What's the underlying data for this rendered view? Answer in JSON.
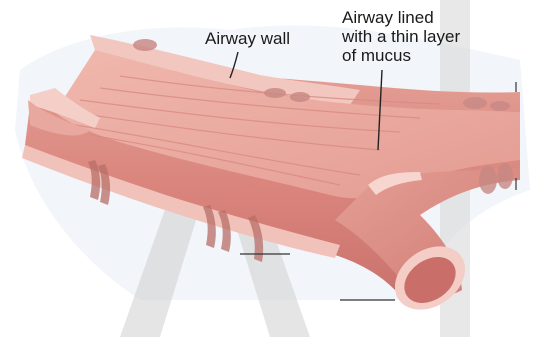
{
  "labels": {
    "airway_wall": "Airway wall",
    "airway_mucus_line1": "Airway lined",
    "airway_mucus_line2": "with a thin layer",
    "airway_mucus_line3": "of mucus"
  },
  "colors": {
    "tissue_outer": "#d9867f",
    "tissue_mid": "#e8a39a",
    "tissue_light": "#f3c3bb",
    "tissue_edge": "#f6d6cf",
    "tissue_dark": "#b5625c",
    "cartilage": "#c98a86",
    "watermark": "#d8d8d8",
    "background_blob": "#e8edf4",
    "leader_line": "#222222"
  }
}
